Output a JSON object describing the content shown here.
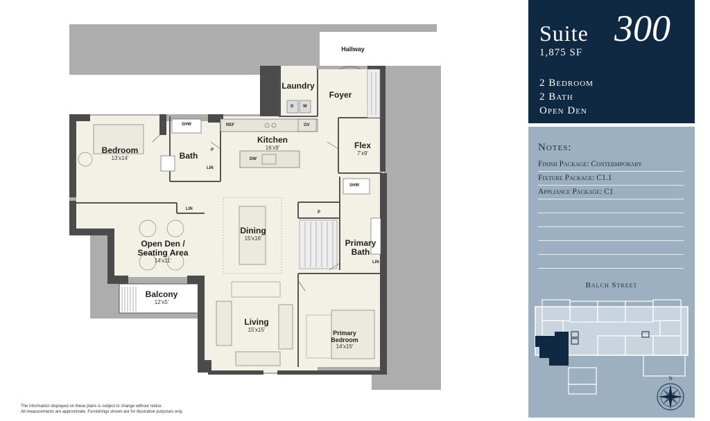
{
  "suite": {
    "word": "Suite",
    "number": "300",
    "area": "1,875 SF",
    "specs": [
      "2 Bedroom",
      "2 Bath",
      "Open Den"
    ]
  },
  "notes": {
    "title": "Notes:",
    "items": [
      "Finish Package: Contermporary",
      "Fixture Package: C1.1",
      "Appliance Package: C1",
      "",
      "",
      "",
      "",
      ""
    ]
  },
  "street": "Balch Street",
  "compass": "N",
  "rooms": {
    "hallway": {
      "name": "Hallway"
    },
    "laundry": {
      "name": "Laundry"
    },
    "foyer": {
      "name": "Foyer"
    },
    "kitchen": {
      "name": "Kitchen",
      "dim": "16'x9'"
    },
    "flex": {
      "name": "Flex",
      "dim": "7'x9'"
    },
    "bedroom": {
      "name": "Bedroom",
      "dim": "13'x14'"
    },
    "bath": {
      "name": "Bath"
    },
    "den": {
      "name": "Open Den /\nSeating Area",
      "dim": "14'x11'"
    },
    "dining": {
      "name": "Dining",
      "dim": "15'x16'"
    },
    "primary_bath": {
      "name": "Primary\nBath"
    },
    "balcony": {
      "name": "Balcony",
      "dim": "12'x5'"
    },
    "living": {
      "name": "Living",
      "dim": "15'x15'"
    },
    "primary_bedroom": {
      "name": "Primary\nBedroom",
      "dim": "14'x15'"
    }
  },
  "fixtures": {
    "shw1": "SHW",
    "shw2": "SHW",
    "ref": "REF",
    "ov": "OV",
    "dw": "DW",
    "d": "D",
    "w": "W",
    "p1": "P",
    "p2": "P",
    "lin1": "LIN",
    "lin2": "LIN",
    "lin3": "LIN"
  },
  "footnote": [
    "The information displayed on these plans is subject to change without notice.",
    "All measurements are approximate. Furnishings shown are for illustrative purposes only."
  ]
}
